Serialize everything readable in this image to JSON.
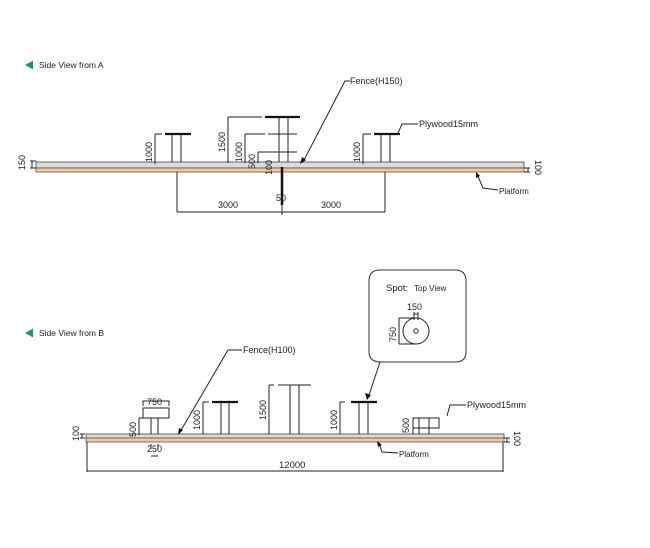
{
  "view_a": {
    "title": "Side View  from A",
    "labels": {
      "fence": "Fence(H150)",
      "plywood": "Plywood15mm",
      "platform": "Platform"
    },
    "dims": {
      "left_height": "150",
      "right_height": "100",
      "d1000_left": "1000",
      "d1500": "1500",
      "d1000_mid": "1000",
      "d500": "500",
      "d100": "100",
      "d50": "50",
      "d1000_right": "1000",
      "span_left": "3000",
      "span_right": "3000"
    }
  },
  "view_b": {
    "title": "Side View from B",
    "labels": {
      "fence": "Fence(H100)",
      "plywood": "Plywood15mm",
      "platform": "Platform"
    },
    "dims": {
      "left_height": "100",
      "right_height": "100",
      "d750": "750",
      "d500_left": "500",
      "d250": "250",
      "d1000_a": "1000",
      "d1500": "1500",
      "d1000_b": "1000",
      "d500_right": "500",
      "total": "12000"
    }
  },
  "spot": {
    "title": "Spot:",
    "subtitle": "Top View",
    "d150": "150",
    "d750": "750"
  },
  "colors": {
    "marker": "#1aa05a",
    "platform_top": "#dcdcdc",
    "platform_wood": "#f3c99a"
  }
}
